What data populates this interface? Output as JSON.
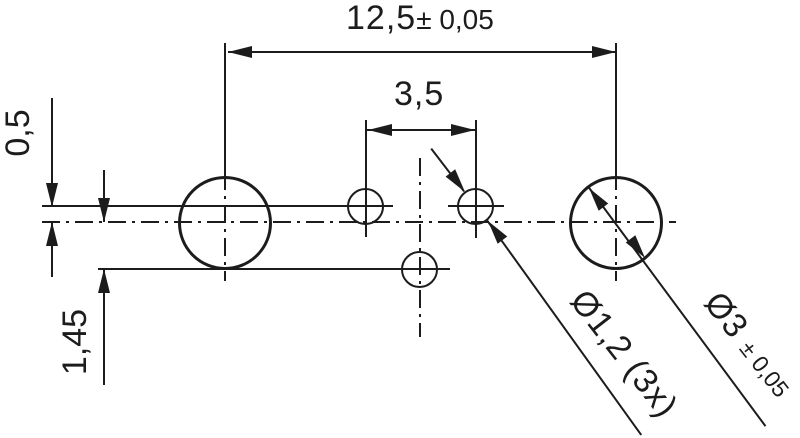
{
  "drawing": {
    "background": "#ffffff",
    "line_color": "#1c1c1c",
    "dimensions": {
      "overall_width": {
        "value": "12,5",
        "tolerance": "± 0,05"
      },
      "hole_pitch": {
        "value": "3,5"
      },
      "row_offset_top": {
        "value": "0,5"
      },
      "row_offset_bottom": {
        "value": "1,45"
      },
      "small_holes": {
        "label": "Ø1,2 (3x)"
      },
      "large_holes": {
        "value": "Ø3",
        "tolerance": "± 0,05"
      }
    }
  }
}
